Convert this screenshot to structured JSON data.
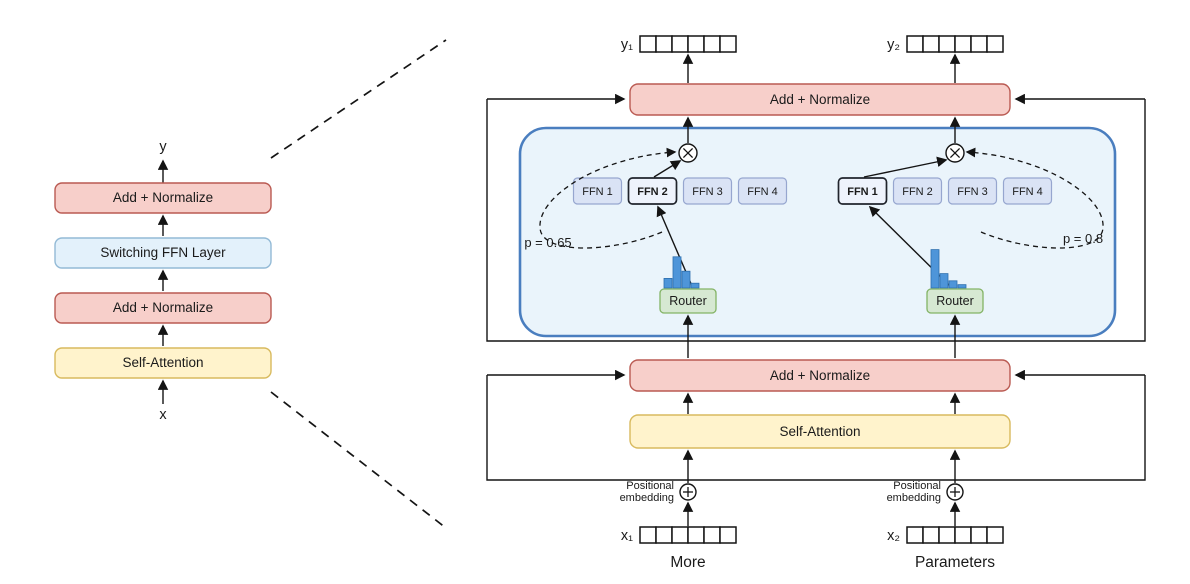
{
  "left_diagram": {
    "output_label": "y",
    "input_label": "x",
    "layers": [
      {
        "label": "Add + Normalize"
      },
      {
        "label": "Switching FFN Layer"
      },
      {
        "label": "Add + Normalize"
      },
      {
        "label": "Self-Attention"
      }
    ]
  },
  "right_diagram": {
    "add_normalize_top_label": "Add + Normalize",
    "add_normalize_mid_label": "Add + Normalize",
    "self_attention_label": "Self-Attention",
    "tokens": [
      {
        "output_label": "y₁",
        "input_label": "x₁",
        "word_label": "More",
        "probability_label": "p = 0.65",
        "positional_label_line1": "Positional",
        "positional_label_line2": "embedding",
        "router_label": "Router",
        "experts": [
          {
            "label": "FFN 1",
            "selected": false
          },
          {
            "label": "FFN 2",
            "selected": true
          },
          {
            "label": "FFN 3",
            "selected": false
          },
          {
            "label": "FFN 4",
            "selected": false
          }
        ],
        "router_distribution": [
          0.2,
          0.65,
          0.35,
          0.1
        ]
      },
      {
        "output_label": "y₂",
        "input_label": "x₂",
        "word_label": "Parameters",
        "probability_label": "p = 0.8",
        "positional_label_line1": "Positional",
        "positional_label_line2": "embedding",
        "router_label": "Router",
        "experts": [
          {
            "label": "FFN 1",
            "selected": true
          },
          {
            "label": "FFN 2",
            "selected": false
          },
          {
            "label": "FFN 3",
            "selected": false
          },
          {
            "label": "FFN 4",
            "selected": false
          }
        ],
        "router_distribution": [
          0.8,
          0.3,
          0.15,
          0.07
        ]
      }
    ]
  },
  "colors": {
    "add_normalize_fill": "#F7CFCA",
    "add_normalize_border": "#BA5A52",
    "self_attention_fill": "#FFF3CC",
    "self_attention_border": "#D8BA5E",
    "switch_layer_fill": "#E3F1FB",
    "switch_layer_border": "#93BAD6",
    "container_fill": "#EAF4FB",
    "container_border": "#4A7EBF",
    "ffn_fill": "#DAE3F5",
    "ffn_border": "#96A6CF",
    "router_fill": "#D6E8D2",
    "router_border": "#83B365",
    "histogram_bar": "#4E95D9"
  }
}
